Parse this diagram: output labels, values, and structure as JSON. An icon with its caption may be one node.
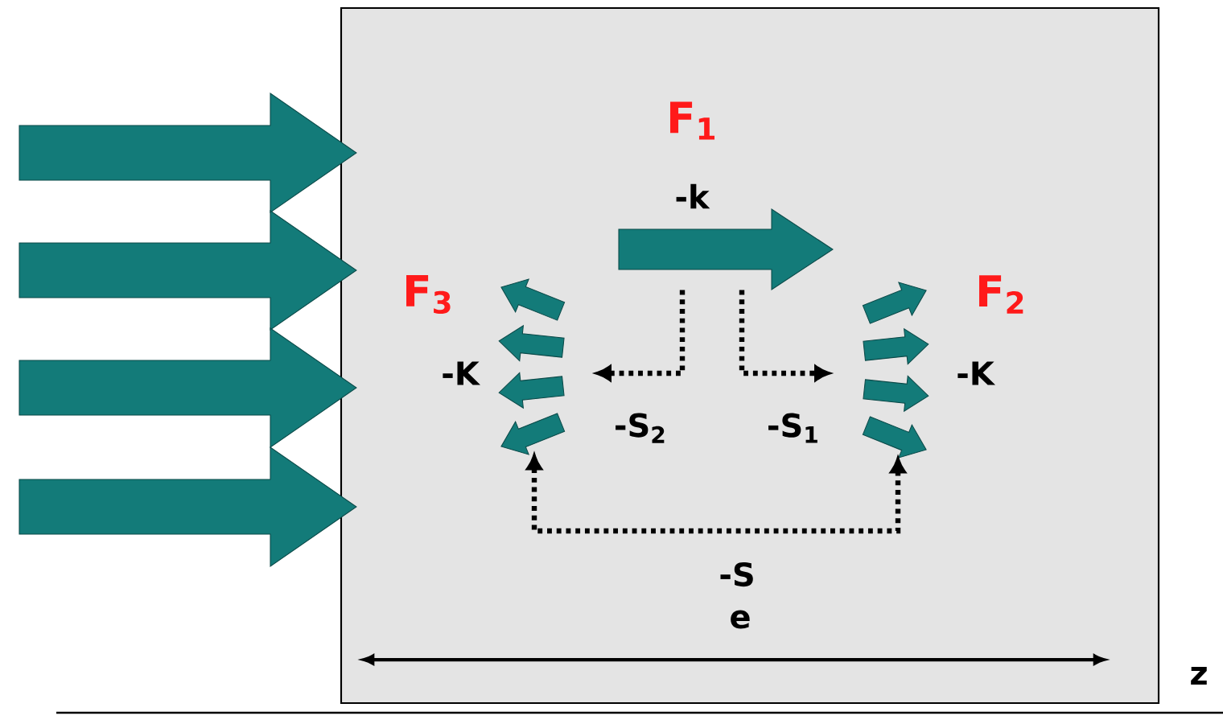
{
  "diagram": {
    "nodes": [
      {
        "text": [],
        "shape": "box"
      },
      {
        "text": [],
        "shape": "picture",
        "in": 0,
        "beside": [
          "F$_{1}$",
          "-k"
        ]
      },
      {
        "text": [],
        "shape": "picture",
        "in": 0,
        "beside": [
          "F$_{2}$",
          "-K"
        ]
      },
      {
        "text": [],
        "shape": "picture",
        "in": 0,
        "beside": [
          "F$_{3}$",
          "-K"
        ]
      }
    ],
    "edges": [
      {
        "from": null,
        "to": 0,
        "arrow": "to",
        "style": "thick"
      },
      {
        "from": null,
        "to": 0,
        "arrow": "to",
        "style": "thick"
      },
      {
        "from": null,
        "to": 0,
        "arrow": "to",
        "style": "thick"
      },
      {
        "from": null,
        "to": 0,
        "arrow": "to",
        "style": "thick"
      },
      {
        "from": 1,
        "to": null,
        "arrow": "to",
        "style": "dashed",
        "label": "-S$_{2}$"
      },
      {
        "from": 1,
        "to": null,
        "arrow": "to",
        "style": "dashed",
        "label": "-S$_{1}$"
      },
      {
        "from": 3,
        "to": 2,
        "arrow": "both",
        "style": "dashed",
        "label": "-S"
      }
    ],
    "labels": [
      "e",
      "z"
    ]
  }
}
